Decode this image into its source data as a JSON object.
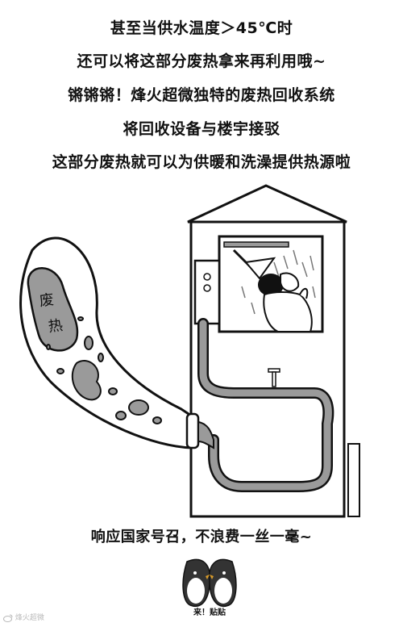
{
  "captions": [
    "甚至当供水温度＞45℃时",
    "还可以将这部分废热拿来再利用哦~",
    "锵锵锵！烽火超微独特的废热回收系统",
    "将回收设备与楼宇接驳",
    "这部分废热就可以为供暖和洗澡提供热源啦"
  ],
  "illustration": {
    "blob_chars": [
      "废",
      "热"
    ]
  },
  "bottom_caption": "响应国家号召，不浪费一丝一毫~",
  "sticker": {
    "text": "来！贴贴"
  },
  "watermark": {
    "text": "烽火超微"
  }
}
